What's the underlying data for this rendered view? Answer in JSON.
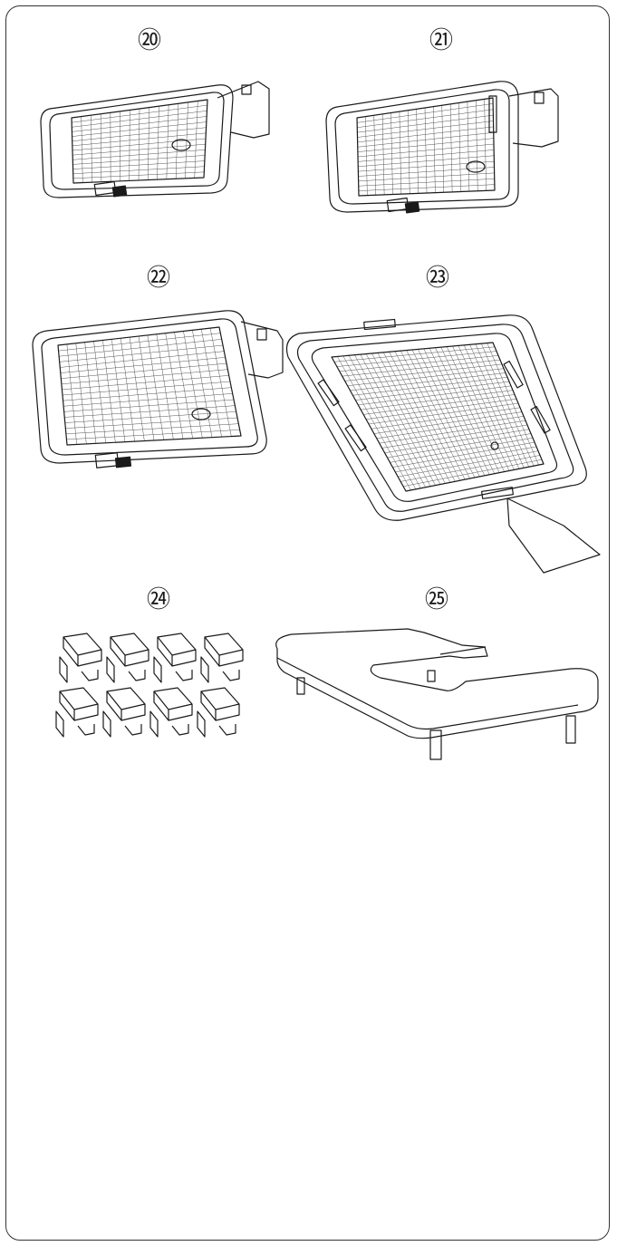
{
  "page": {
    "items": [
      {
        "id": "item-20",
        "number": "⑳"
      },
      {
        "id": "item-21",
        "number": "㉑"
      },
      {
        "id": "item-22",
        "number": "㉒"
      },
      {
        "id": "item-23",
        "number": "㉓"
      },
      {
        "id": "item-24",
        "number": "㉔"
      },
      {
        "id": "item-25",
        "number": "㉕"
      }
    ]
  },
  "colors": {
    "line": "#1a1a1a",
    "grid": "#555555",
    "background": "#ffffff"
  }
}
